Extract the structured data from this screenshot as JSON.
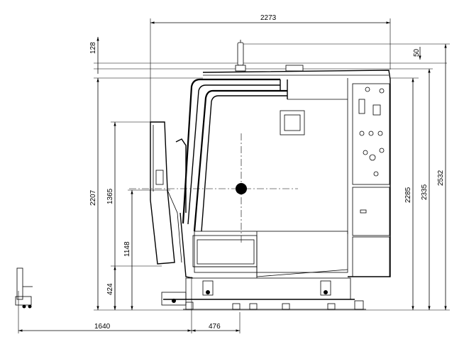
{
  "drawing": {
    "dimensions": {
      "overall_length": "2273",
      "top_offset_left": "128",
      "top_offset_right": "50",
      "height_main": "2207",
      "height_1365": "1365",
      "height_1148": "1148",
      "height_424": "424",
      "height_2285": "2285",
      "height_2335": "2335",
      "height_2532": "2532",
      "bottom_left": "1640",
      "bottom_center": "476"
    }
  }
}
